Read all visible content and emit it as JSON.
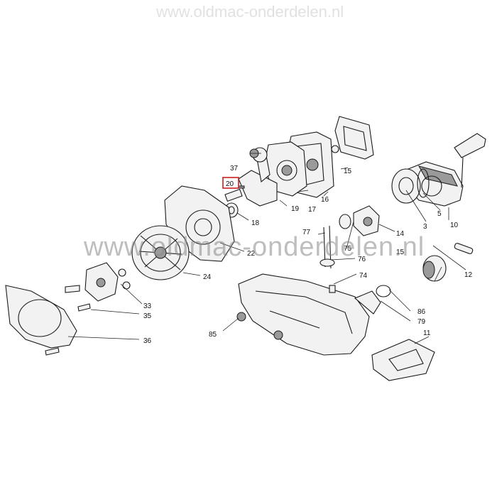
{
  "watermark": {
    "main": "www.oldmac-onderdelen.nl",
    "top": "www.oldmac-onderdelen.nl"
  },
  "highlight": {
    "label": "20",
    "color": "#cc1f1f"
  },
  "labels": {
    "p3": "3",
    "p5": "5",
    "p10": "10",
    "p11": "11",
    "p12": "12",
    "p14": "14",
    "p15a": "15",
    "p15b": "15",
    "p16": "16",
    "p17": "17",
    "p18": "18",
    "p19": "19",
    "p20": "20",
    "p22": "22",
    "p24": "24",
    "p33": "33",
    "p35": "35",
    "p36": "36",
    "p37": "37",
    "p74": "74",
    "p75": "75",
    "p76": "76",
    "p77": "77",
    "p79": "79",
    "p85": "85",
    "p86": "86"
  }
}
